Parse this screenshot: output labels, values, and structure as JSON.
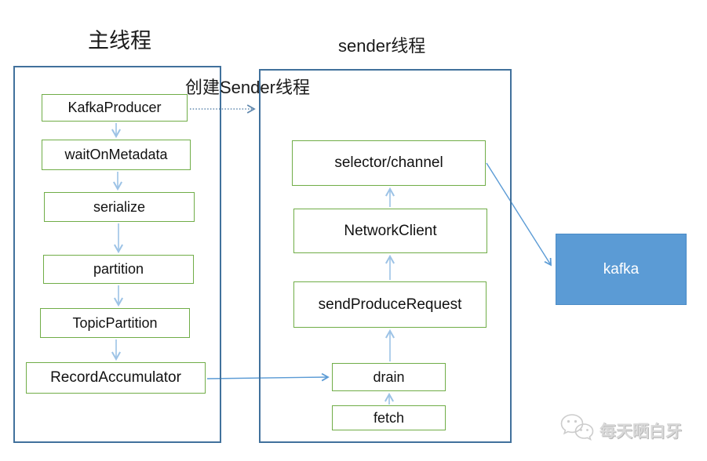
{
  "diagram": {
    "main_thread": {
      "title": "主线程",
      "boxes": [
        "KafkaProducer",
        "waitOnMetadata",
        "serialize",
        "partition",
        "TopicPartition",
        "RecordAccumulator"
      ]
    },
    "sender_thread": {
      "title": "sender线程",
      "boxes": [
        "selector/channel",
        "NetworkClient",
        "sendProduceRequest",
        "drain",
        "fetch"
      ]
    },
    "kafka_node": {
      "label": "kafka",
      "fill_color": "#5B9BD5",
      "text_color": "#ffffff"
    },
    "edge_label_create_sender": "创建Sender线程",
    "connections": [
      {
        "from": "KafkaProducer",
        "to": "sender线程",
        "style": "dotted",
        "label": "创建Sender线程"
      },
      {
        "from": "KafkaProducer",
        "to": "waitOnMetadata"
      },
      {
        "from": "waitOnMetadata",
        "to": "serialize"
      },
      {
        "from": "serialize",
        "to": "partition"
      },
      {
        "from": "partition",
        "to": "TopicPartition"
      },
      {
        "from": "TopicPartition",
        "to": "RecordAccumulator"
      },
      {
        "from": "RecordAccumulator",
        "to": "drain"
      },
      {
        "from": "fetch",
        "to": "drain"
      },
      {
        "from": "drain",
        "to": "sendProduceRequest"
      },
      {
        "from": "sendProduceRequest",
        "to": "NetworkClient"
      },
      {
        "from": "NetworkClient",
        "to": "selector/channel"
      },
      {
        "from": "selector/channel",
        "to": "kafka"
      }
    ],
    "watermark": {
      "text": "每天晒白牙",
      "icon": "wechat-bubbles-icon"
    },
    "colors": {
      "container_border": "#41719C",
      "node_border": "#70AD47",
      "arrow_light": "#9DC3E6",
      "arrow_medium": "#5B9BD5",
      "arrow_dotted": "#5f87ad",
      "kafka_fill": "#5B9BD5",
      "text": "#1a1a1a",
      "watermark_gray": "#d9d9d9"
    }
  }
}
